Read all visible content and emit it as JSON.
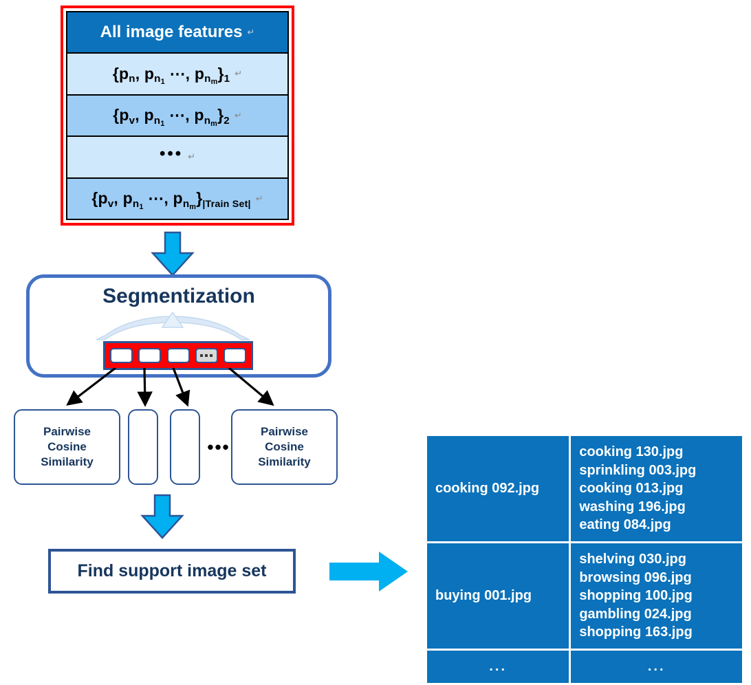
{
  "feature_table": {
    "header": "All image features",
    "header_mark": "↵",
    "rows": [
      {
        "type": "formula",
        "prefix": "{p",
        "sub1": "n",
        "mid": ", p",
        "sub2": "n",
        "subsub2": "1",
        "dots": "⋯",
        "tail": ", p",
        "sub3": "n",
        "subsub3": "m",
        "close": "}",
        "index": "1",
        "mark": "↵"
      },
      {
        "type": "formula",
        "prefix": "{p",
        "sub1": "v",
        "mid": ", p",
        "sub2": "n",
        "subsub2": "1",
        "dots": "⋯",
        "tail": ", p",
        "sub3": "n",
        "subsub3": "m",
        "close": "}",
        "index": "2",
        "mark": "↵"
      },
      {
        "type": "dots",
        "dots": "•••",
        "mark": "↵"
      },
      {
        "type": "formula",
        "prefix": "{p",
        "sub1": "v",
        "mid": ", p",
        "sub2": "n",
        "subsub2": "1",
        "dots": "⋯",
        "tail": ", p",
        "sub3": "n",
        "subsub3": "m",
        "close": "}",
        "index": "|Train Set|",
        "mark": "↵"
      }
    ]
  },
  "segmentization": {
    "title": "Segmentization",
    "cells": [
      "",
      "",
      "",
      "•••",
      ""
    ]
  },
  "pairwise": {
    "box1": [
      "Pairwise",
      "Cosine",
      "Similarity"
    ],
    "box2": [],
    "box3": [],
    "box4": [
      "Pairwise",
      "Cosine",
      "Similarity"
    ],
    "ellipsis": "•••"
  },
  "find_support": {
    "label": "Find support image set"
  },
  "results": {
    "rows": [
      {
        "query": "cooking 092.jpg",
        "support": [
          "cooking 130.jpg",
          "sprinkling 003.jpg",
          "cooking 013.jpg",
          "washing 196.jpg",
          "eating 084.jpg"
        ]
      },
      {
        "query": "buying 001.jpg",
        "support": [
          "shelving 030.jpg",
          "browsing 096.jpg",
          "shopping 100.jpg",
          "gambling 024.jpg",
          "shopping 163.jpg"
        ]
      },
      {
        "query": "...",
        "support_text": "..."
      }
    ]
  },
  "colors": {
    "header_blue": "#0b72bb",
    "row_light": "#cfe8fb",
    "row_mid": "#9dcdf5",
    "red_border": "#ff0000",
    "arrow_cyan": "#00b0f0",
    "outline_blue": "#2d5596",
    "round_box_blue": "#4472c4",
    "title_navy": "#17365d"
  }
}
